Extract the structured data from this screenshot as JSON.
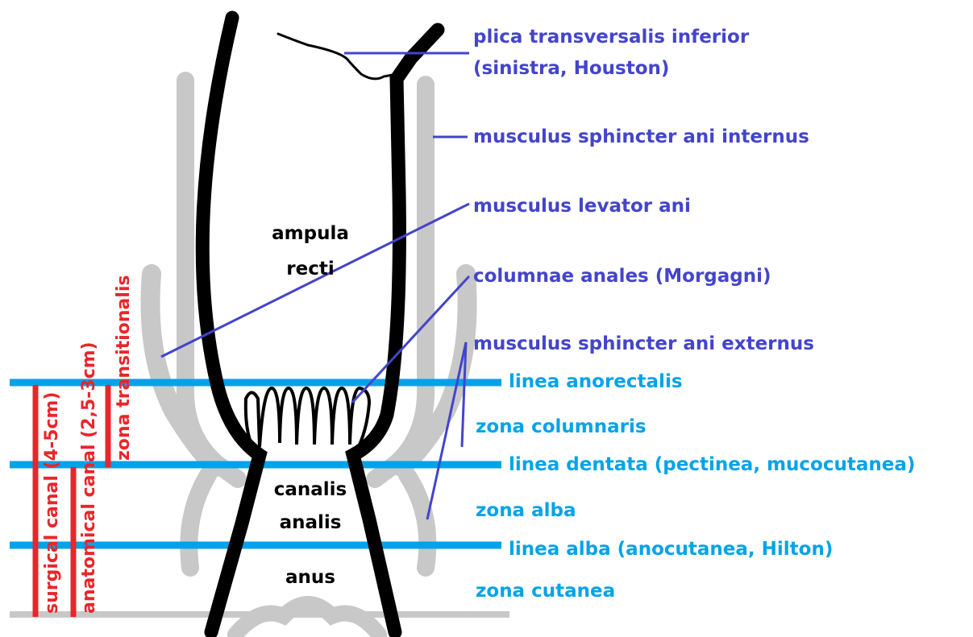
{
  "colors": {
    "purple": "#4444cc",
    "cyan": "#00a3e8",
    "red": "#e8262b",
    "black": "#000000",
    "gray": "#c8c8c8"
  },
  "labels": {
    "plica_line1": "plica transversalis inferior",
    "plica_line2": "(sinistra, Houston)",
    "sphincter_internus": "musculus sphincter ani internus",
    "levator_ani": "musculus levator ani",
    "columnae": "columnae anales (Morgagni)",
    "sphincter_externus": "musculus sphincter ani externus",
    "linea_anorectalis": "linea anorectalis",
    "zona_columnaris": "zona columnaris",
    "linea_dentata": "linea dentata (pectinea, mucocutanea)",
    "zona_alba": "zona alba",
    "linea_alba": "linea alba (anocutanea, Hilton)",
    "zona_cutanea": "zona cutanea"
  },
  "regions": {
    "ampula_line1": "ampula",
    "ampula_line2": "recti",
    "canalis_line1": "canalis",
    "canalis_line2": "analis",
    "anus": "anus"
  },
  "measures": {
    "surgical": "surgical canal (4-5cm)",
    "anatomical": "anatomical canal (2,5-3cm)",
    "transitional": "zona transitionalis"
  }
}
